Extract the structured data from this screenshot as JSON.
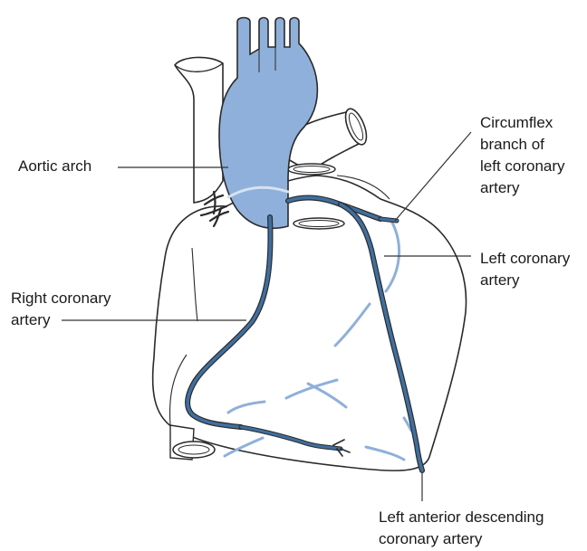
{
  "labels": {
    "aortic_arch": [
      "Aortic arch"
    ],
    "circumflex": [
      "Circumflex",
      "branch of",
      "left coronary",
      "artery"
    ],
    "left_coronary": [
      "Left coronary",
      "artery"
    ],
    "right_coronary": [
      "Right coronary",
      "artery"
    ],
    "lad": [
      "Left anterior descending",
      "coronary artery"
    ]
  },
  "colors": {
    "aorta_fill": "#8fb0da",
    "artery_stroke": "#3f6f9f",
    "artery_light": "#8fb0da",
    "outline": "#2a2a2a",
    "leader_line": "#333333"
  }
}
